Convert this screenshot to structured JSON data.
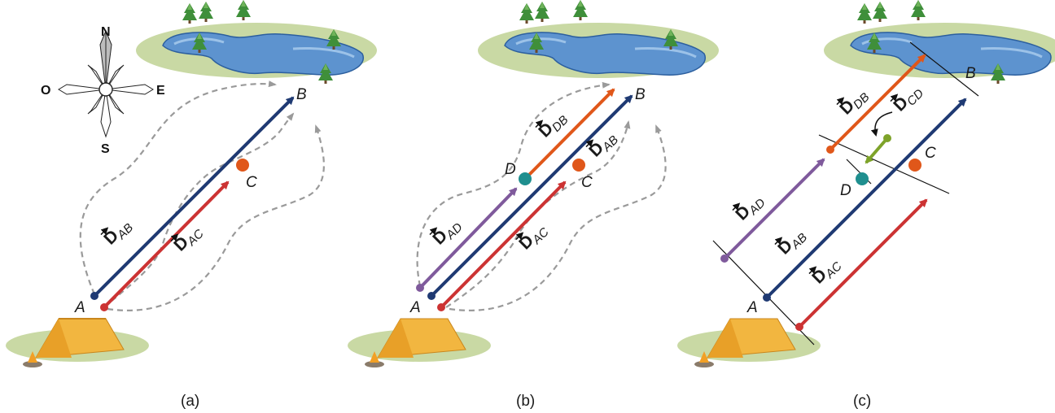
{
  "compass": {
    "north": "N",
    "south": "S",
    "east": "E",
    "west": "O"
  },
  "panels": [
    {
      "caption": "(a)",
      "points": {
        "A": "A",
        "B": "B",
        "C": "C"
      },
      "vectors": [
        {
          "symbol": "D",
          "sub": "AB"
        },
        {
          "symbol": "D",
          "sub": "AC"
        }
      ]
    },
    {
      "caption": "(b)",
      "points": {
        "A": "A",
        "B": "B",
        "C": "C",
        "D": "D"
      },
      "vectors": [
        {
          "symbol": "D",
          "sub": "AD"
        },
        {
          "symbol": "D",
          "sub": "DB"
        },
        {
          "symbol": "D",
          "sub": "AB"
        },
        {
          "symbol": "D",
          "sub": "AC"
        }
      ]
    },
    {
      "caption": "(c)",
      "points": {
        "A": "A",
        "B": "B",
        "C": "C",
        "D": "D"
      },
      "vectors": [
        {
          "symbol": "D",
          "sub": "AD"
        },
        {
          "symbol": "D",
          "sub": "DB"
        },
        {
          "symbol": "D",
          "sub": "CD"
        },
        {
          "symbol": "D",
          "sub": "AB"
        },
        {
          "symbol": "D",
          "sub": "AC"
        }
      ]
    }
  ],
  "colors": {
    "ab": "#1f3a73",
    "ac": "#cc3333",
    "ad": "#7f5a9c",
    "db": "#e0571a",
    "cd": "#7ea32a",
    "pointC": "#e0571a",
    "pointD": "#1f8f8f",
    "lake": "#5d93cf",
    "grass": "#c9d9a4",
    "tent": "#f2b640",
    "tree": "#3f8f3a",
    "path": "#9a9a9a"
  },
  "icons": [
    "compass-rose-icon",
    "lake-icon",
    "tree-icon",
    "tent-icon",
    "campfire-icon"
  ]
}
